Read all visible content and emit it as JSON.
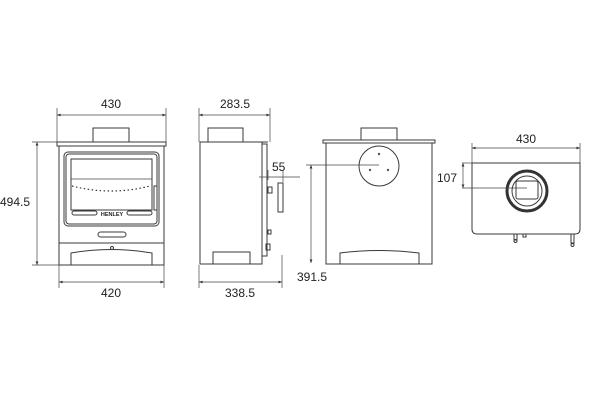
{
  "front_view": {
    "width_top": "430",
    "height": "494.5",
    "width_base": "420",
    "brand": "HENLEY"
  },
  "side_view": {
    "depth_top": "283.5",
    "handle_offset": "55",
    "depth_base": "338.5"
  },
  "back_view": {
    "flue_height": "391.5"
  },
  "top_view": {
    "width": "430",
    "flue_offset": "107"
  },
  "colors": {
    "line": "#3a3a3a",
    "background": "#ffffff"
  }
}
